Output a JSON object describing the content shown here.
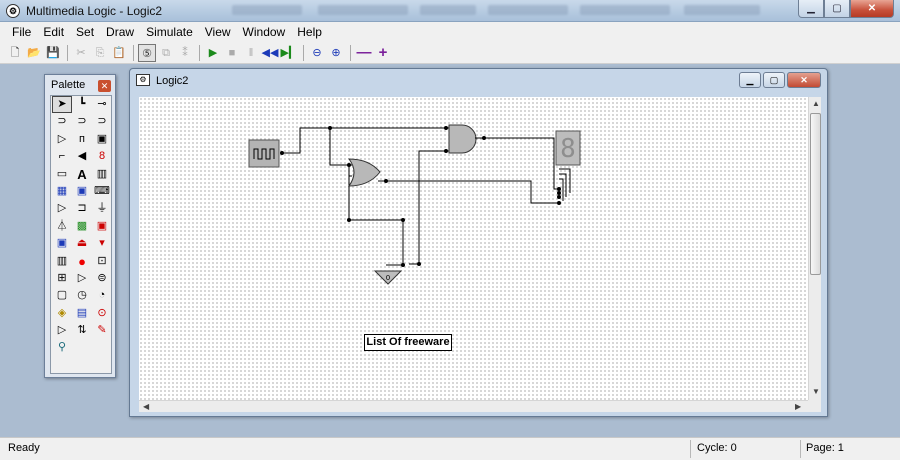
{
  "app": {
    "title": "Multimedia Logic - Logic2",
    "icon": "gear-icon"
  },
  "menu": [
    "File",
    "Edit",
    "Set",
    "Draw",
    "Simulate",
    "View",
    "Window",
    "Help"
  ],
  "toolbar": {
    "new": "🗋",
    "open": "📂",
    "save": "💾",
    "cut": "✂",
    "copy": "⎘",
    "paste": "📋",
    "mode": "⑤",
    "tool_b": "⧉",
    "tool_c": "⁑",
    "run": "▶",
    "stop": "■",
    "pause": "‖",
    "rewind": "◀◀",
    "step": "▶▎",
    "zoom_out": "🔍︎−",
    "zoom_in": "🔍︎+",
    "minus": "—",
    "plus": "+"
  },
  "palette": {
    "title": "Palette",
    "close": "✕",
    "tools": [
      "➤",
      "┗",
      "⊸",
      "⊃",
      "⊃",
      "⊃",
      "▷",
      "ᴨ",
      "▣",
      "⌐",
      "◀",
      "8",
      "▭",
      "A",
      "▥",
      "▦",
      "▣",
      "⌨",
      "▷",
      "⊐",
      "⏚",
      "⏃",
      "▩",
      "▣",
      "▣",
      "⏏",
      "▾",
      "▥",
      "●",
      "⊡",
      "⊞",
      "▷",
      "⊜",
      "▢",
      "◷",
      "◔",
      "◈",
      "▤",
      "⊙",
      "▷",
      "⇅",
      "✎",
      "⚲",
      "",
      ""
    ]
  },
  "document": {
    "title": "Logic2",
    "icon": "document-icon",
    "canvas_label": "List Of freeware"
  },
  "status": {
    "ready": "Ready",
    "cycle": "Cycle: 0",
    "page": "Page: 1"
  },
  "circuit": {
    "ground_label": "0",
    "display_digit": "8"
  }
}
